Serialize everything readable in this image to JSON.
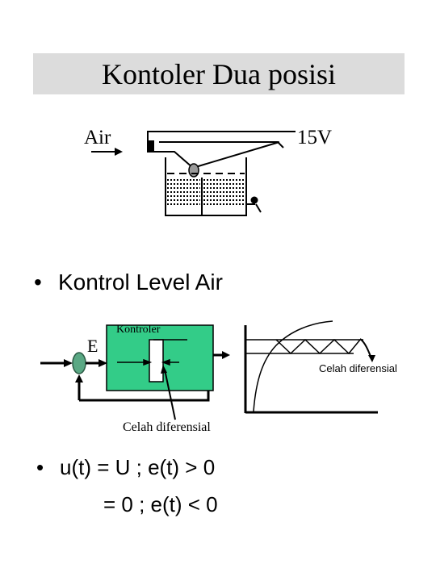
{
  "title": "Kontoler Dua posisi",
  "tank_diagram": {
    "inlet_label": "Air",
    "voltage_label": "15V"
  },
  "bullet1": {
    "marker": "•",
    "text": "Kontrol Level Air"
  },
  "block_diagram": {
    "input_label": "E",
    "controller_label": "Kontroler",
    "gap_label": "Celah diferensial"
  },
  "response_graph": {
    "gap_label": "Celah diferensial"
  },
  "bullet2": {
    "marker": "•",
    "line1": "u(t) = U ; e(t) > 0",
    "line2": "= 0 ; e(t) < 0"
  },
  "colors": {
    "title_background": "#dcdcdc",
    "controller_fill": "#33cc88",
    "summing_junction": "#5aa884"
  }
}
